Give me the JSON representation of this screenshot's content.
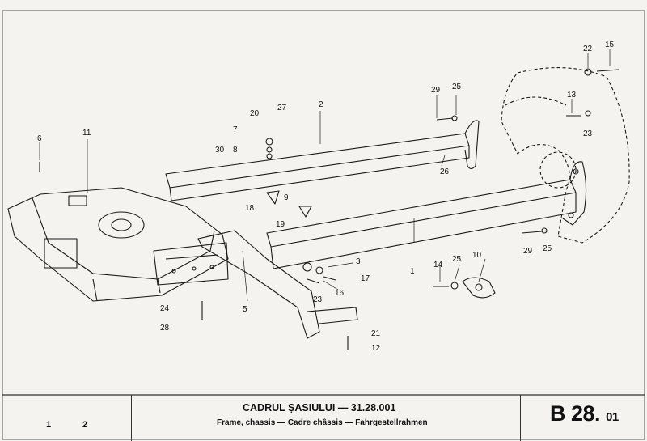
{
  "title": {
    "main": "CADRUL ȘASIULUI — 31.28.001",
    "subtitle": "Frame, chassis — Cadre châssis — Fahrgestellrahmen"
  },
  "sheet_code": {
    "main": "B 28.",
    "suffix": "01"
  },
  "footer_numbers": [
    "1",
    "2"
  ],
  "callouts": [
    "6",
    "11",
    "20",
    "27",
    "7",
    "30",
    "8",
    "2",
    "29",
    "25",
    "22",
    "15",
    "13",
    "23",
    "26",
    "9",
    "18",
    "19",
    "3",
    "1",
    "14",
    "25",
    "10",
    "29",
    "25",
    "17",
    "16",
    "23",
    "24",
    "28",
    "5",
    "21",
    "12"
  ],
  "colors": {
    "paper": "#f4f3ef",
    "ink": "#1a1a1a"
  }
}
